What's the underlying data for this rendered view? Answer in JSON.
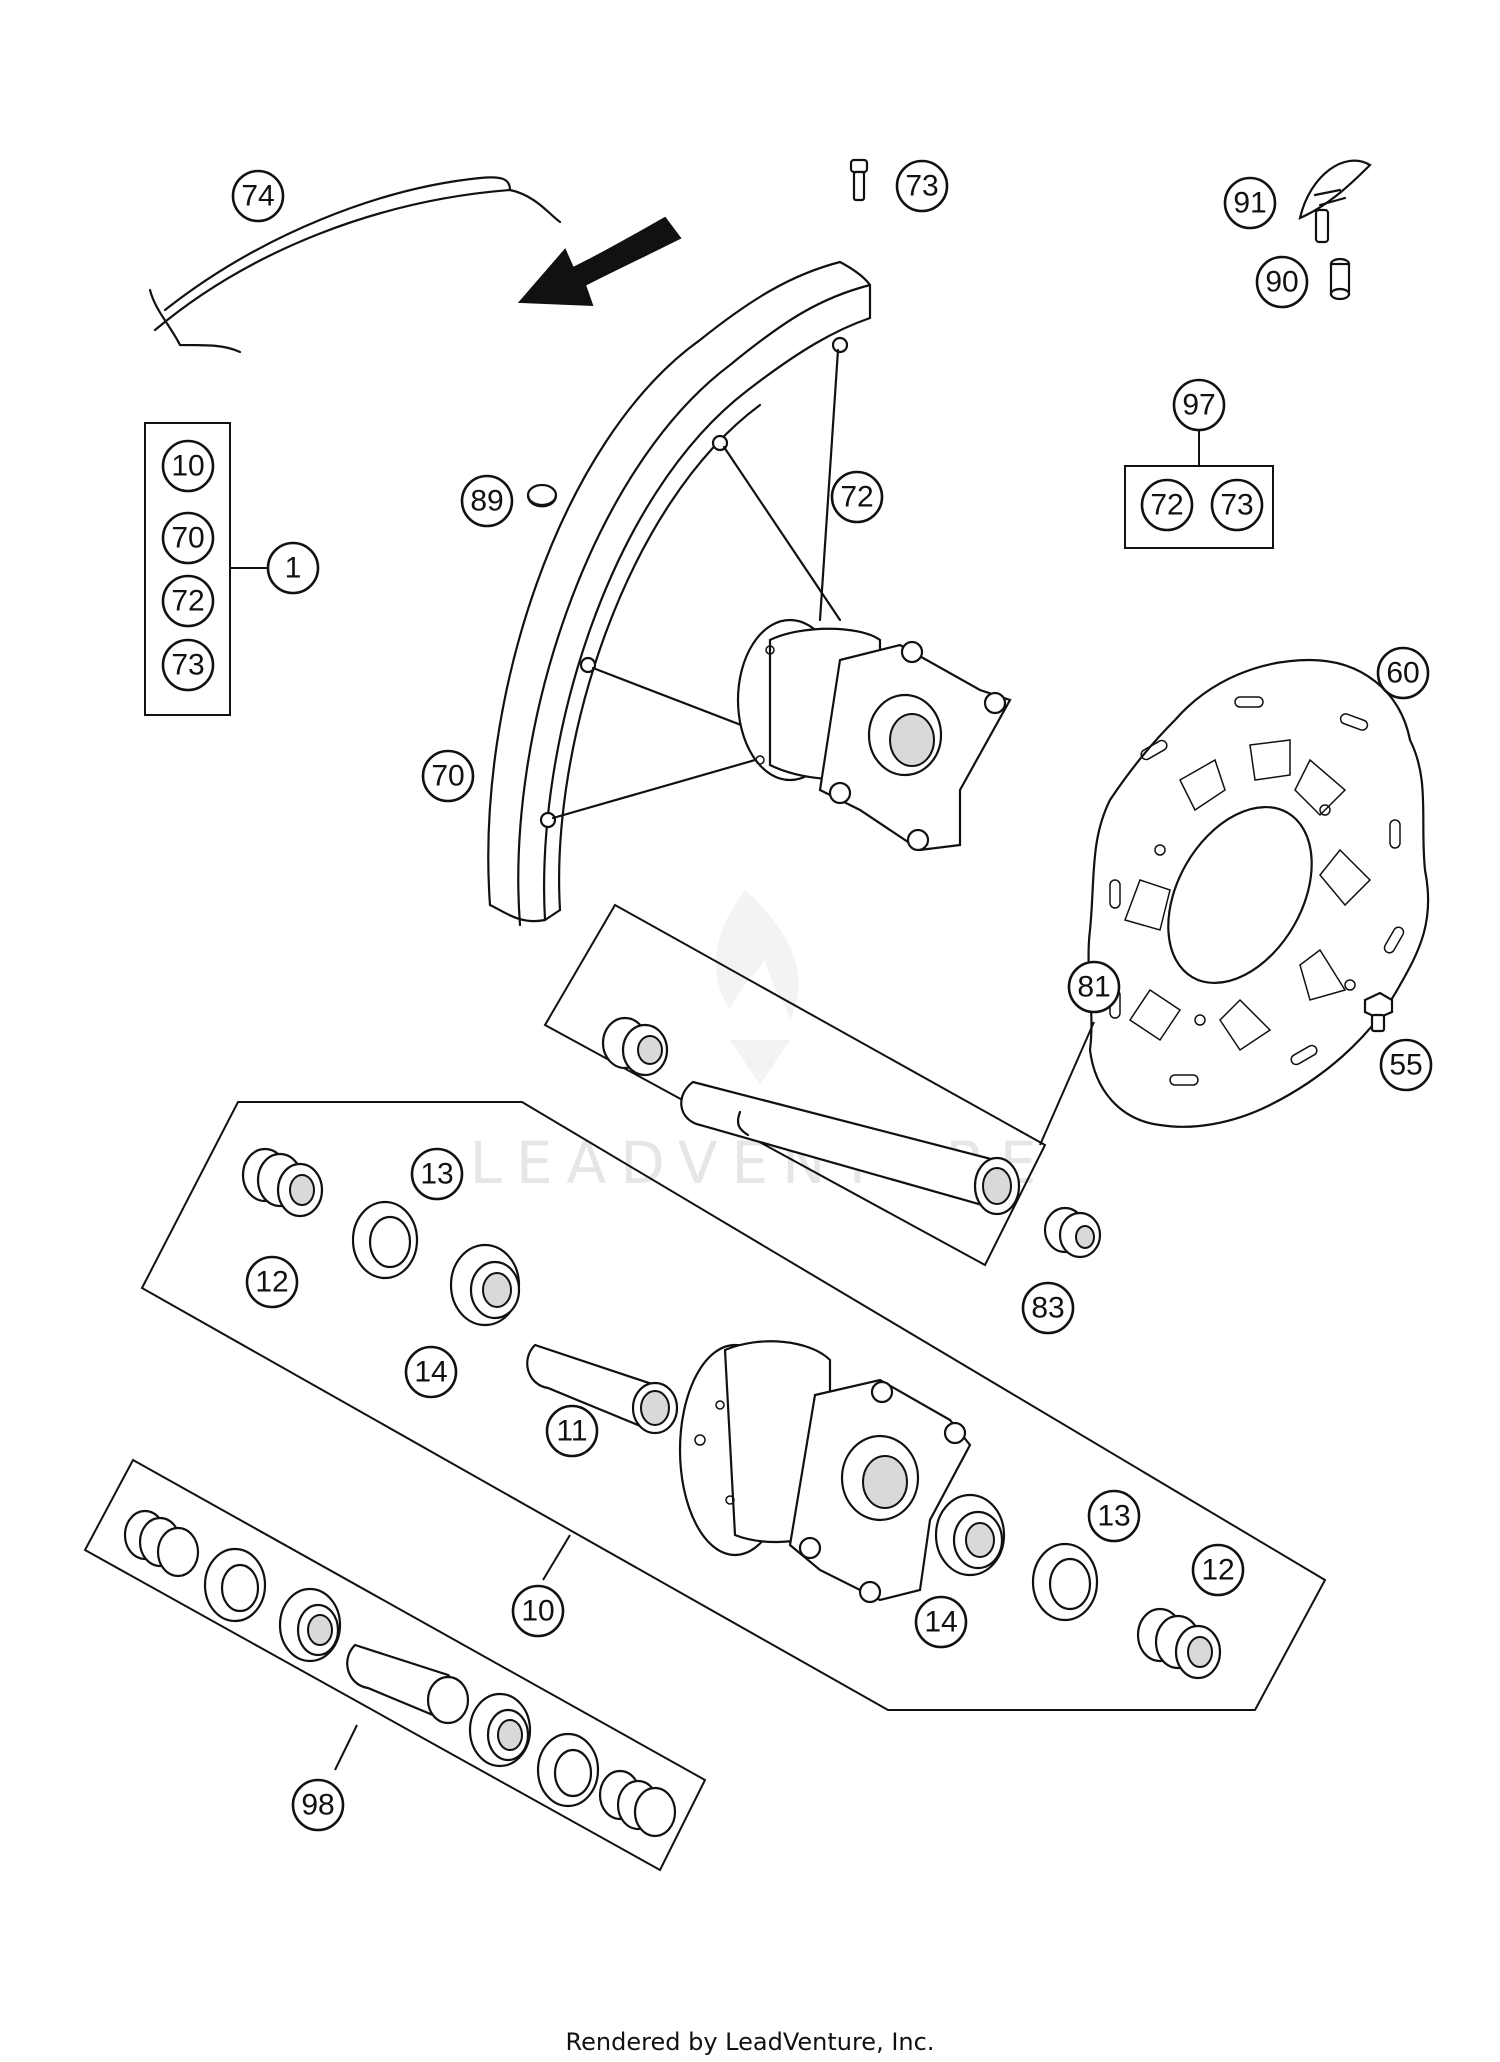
{
  "callouts": {
    "c74": "74",
    "c73_top": "73",
    "c91": "91",
    "c90": "90",
    "c10_group": "10",
    "c70_group": "70",
    "c72_group": "72",
    "c73_group": "73",
    "c1": "1",
    "c89": "89",
    "c72_spoke": "72",
    "c97": "97",
    "c72_kit": "72",
    "c73_kit": "73",
    "c70_rim": "70",
    "c60": "60",
    "c55": "55",
    "c81": "81",
    "c83": "83",
    "c13_left": "13",
    "c12_left": "12",
    "c14_left": "14",
    "c11": "11",
    "c10_hub": "10",
    "c13_right": "13",
    "c14_right": "14",
    "c12_right": "12",
    "c98": "98"
  },
  "watermark": "LEADVENTURE",
  "footer": "Rendered by LeadVenture, Inc."
}
